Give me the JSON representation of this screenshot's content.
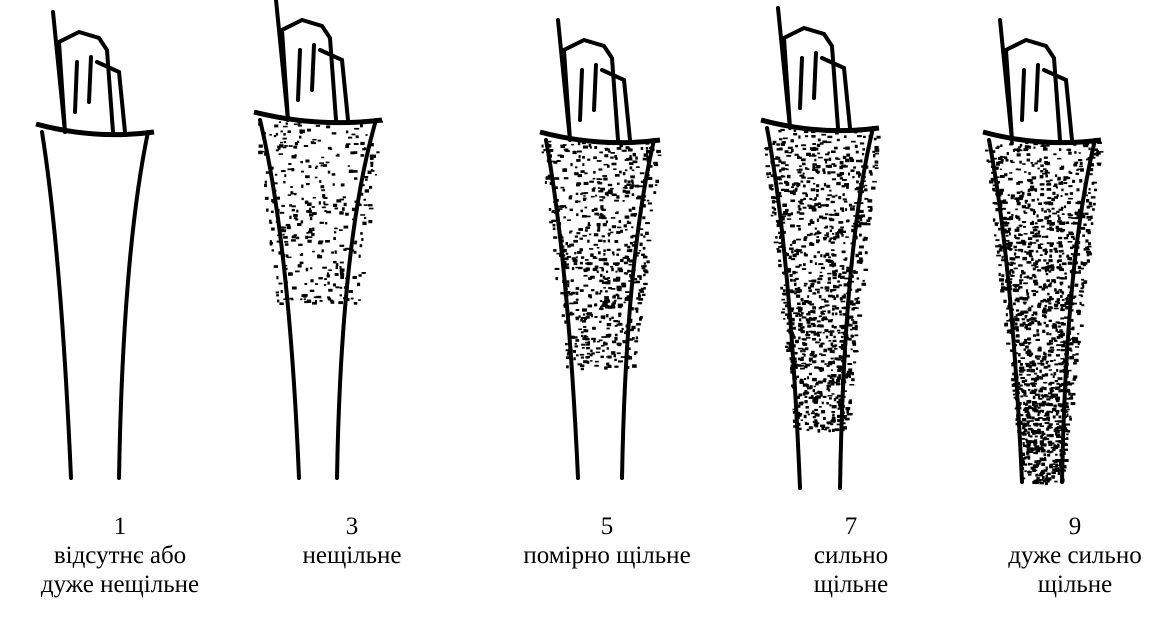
{
  "figure": {
    "stages": [
      {
        "score": "1",
        "label": "відсутнє або\nдуже нещільне",
        "density": 0
      },
      {
        "score": "3",
        "label": "нещільне",
        "density": 0.25
      },
      {
        "score": "5",
        "label": "помірно щільне",
        "density": 0.5
      },
      {
        "score": "7",
        "label": "сильно\nщільне",
        "density": 0.75
      },
      {
        "score": "9",
        "label": "дуже сильно\nщільне",
        "density": 1
      }
    ],
    "ink_color": "#000000"
  }
}
